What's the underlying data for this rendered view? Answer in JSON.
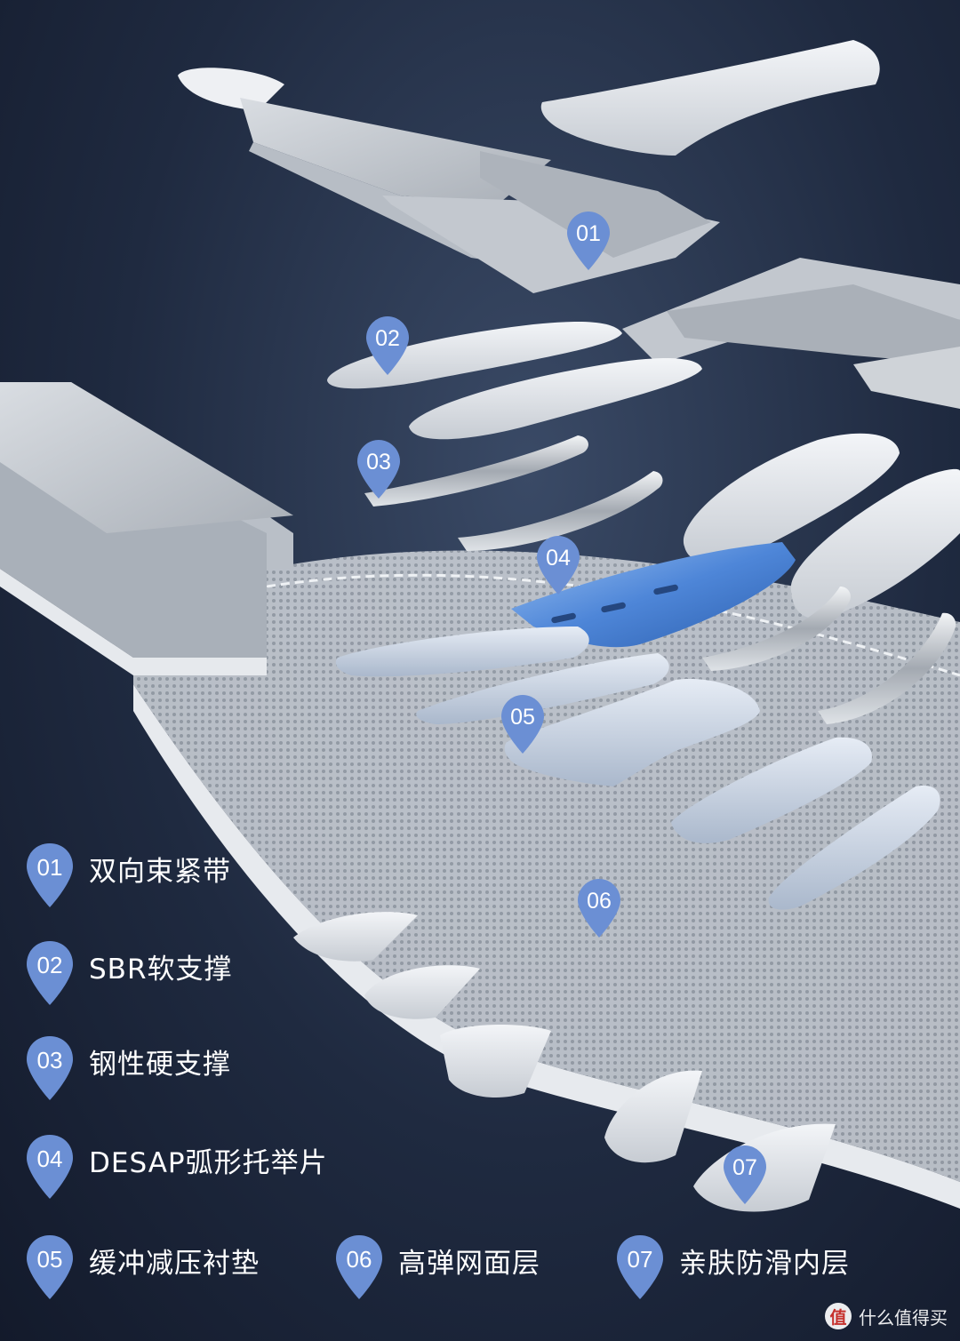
{
  "callouts": [
    {
      "num": "01",
      "text": "双向束紧带"
    },
    {
      "num": "02",
      "text": "SBR软支撑"
    },
    {
      "num": "03",
      "text": "钢性硬支撑"
    },
    {
      "num": "04",
      "text": "DESAP弧形托举片"
    },
    {
      "num": "05",
      "text": "缓冲减压衬垫"
    },
    {
      "num": "06",
      "text": "高弹网面层"
    },
    {
      "num": "07",
      "text": "亲肤防滑内层"
    }
  ],
  "diagram_pins": [
    "01",
    "02",
    "03",
    "04",
    "05",
    "06",
    "07"
  ],
  "watermark": {
    "logo_text": "值",
    "text": "什么值得买"
  },
  "colors": {
    "background": "#1f2a40",
    "pin_blue": "#6b8fd4",
    "blade_blue": "#4f86d9",
    "panel_gray": "#d3d7dc",
    "steel": "#b9bec5"
  }
}
